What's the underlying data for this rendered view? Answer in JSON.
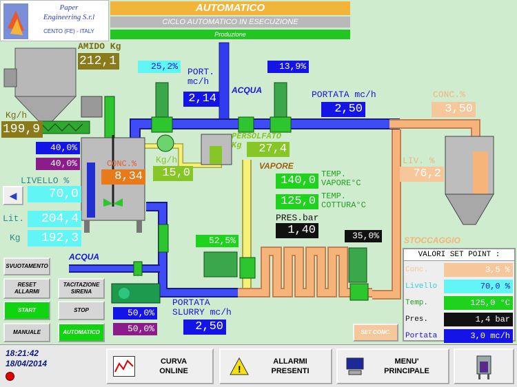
{
  "header": {
    "company_line1": "Paper",
    "company_line2": "Engineering S.r.l",
    "company_location": "CENTO (FE) - ITALY",
    "mode": "AUTOMATICO",
    "cycle_status": "CICLO AUTOMATICO IN ESECUZIONE",
    "phase": "Produzione"
  },
  "process": {
    "amido_label": "AMIDO Kg",
    "amido_value": "212,1",
    "kgh_label": "Kg/h",
    "kgh_value": "199,9",
    "feeder_pct_top": "25,2%",
    "port_label": "PORT.\nmc/h",
    "port_value": "2,14",
    "acqua_label_top": "ACQUA",
    "valve_pct_right": "13,9%",
    "portata_label": "PORTATA mc/h",
    "portata_value": "2,50",
    "conc_label_right": "CONC.%",
    "conc_value_right": "3,50",
    "mixer_speed_1": "40,0%",
    "mixer_speed_2": "40,0%",
    "conc_label_tank": "CONC.%",
    "conc_value_tank": "8,34",
    "kgh2_label": "Kg/h",
    "kgh2_value": "15,0",
    "persolfato_label": "PERSOLFATO\nKg",
    "persolfato_value": "27,4",
    "vapore_label": "VAPORE",
    "livello_label": "LIVELLO %",
    "livello_value": "70,0",
    "lit_label": "Lit.",
    "lit_value": "204,4",
    "kg_label": "Kg",
    "kg_value": "192,3",
    "temp_vapore_label": "TEMP.\nVAPORE°C",
    "temp_vapore_value": "140,0",
    "temp_cottura_label": "TEMP.\nCOTTURA°C",
    "temp_cottura_value": "125,0",
    "pres_label": "PRES.bar",
    "pres_value": "1,40",
    "liv_label": "LIV. %",
    "liv_value": "76,2",
    "stoccaggio_label": "STOCCAGGIO",
    "valve_pct_mid": "52,5%",
    "valve_pct_steam": "35,0%",
    "acqua_label_bottom": "ACQUA",
    "pump_speed_1": "50,0%",
    "pump_speed_2": "50,0%",
    "slurry_label": "PORTATA\nSLURRY mc/h",
    "slurry_value": "2,50"
  },
  "buttons": {
    "svuotamento": "SVUOTAMENTO",
    "reset_allarmi": "RESET\nALLARMI",
    "tacitazione": "TACITAZIONE\nSIRENA",
    "start": "START",
    "stop": "STOP",
    "manuale": "MANUALE",
    "automatico": "AUTOMATICO",
    "set_conc": "SET CONC."
  },
  "setpoints": {
    "title": "VALORI SET POINT :",
    "rows": [
      {
        "label": "Conc.",
        "value": "3,5",
        "unit": "%"
      },
      {
        "label": "Livello",
        "value": "70,0",
        "unit": "%"
      },
      {
        "label": "Temp.",
        "value": "125,0",
        "unit": "°C"
      },
      {
        "label": "Pres.",
        "value": "1,4",
        "unit": "bar"
      },
      {
        "label": "Portata",
        "value": "3,0",
        "unit": "mc/h"
      }
    ]
  },
  "footer": {
    "time": "18:21:42",
    "date": "18/04/2014",
    "nav_curva": "CURVA\nONLINE",
    "nav_allarmi": "ALLARMI\nPRESENTI",
    "nav_menu": "MENU'\nPRINCIPALE"
  },
  "colors": {
    "background": "#cfeccf",
    "header_mode": "#f3b43a",
    "header_ok": "#21c621",
    "water_pipe": "#2f3cf0",
    "steam_pipe": "#f5f07a",
    "product_pipe": "#f6b47a",
    "value_blue": "#1414e6",
    "value_green": "#1ed21e",
    "value_cyan": "#62f5f5",
    "value_purple": "#8c1c8c",
    "value_peach": "#f6c79a",
    "value_olive": "#8a7a1a"
  },
  "icons": [
    "company-logo-icon",
    "back-arrow-icon",
    "trend-chart-icon",
    "warning-icon",
    "computer-icon",
    "tank-icon",
    "alarm-lamp-icon"
  ]
}
